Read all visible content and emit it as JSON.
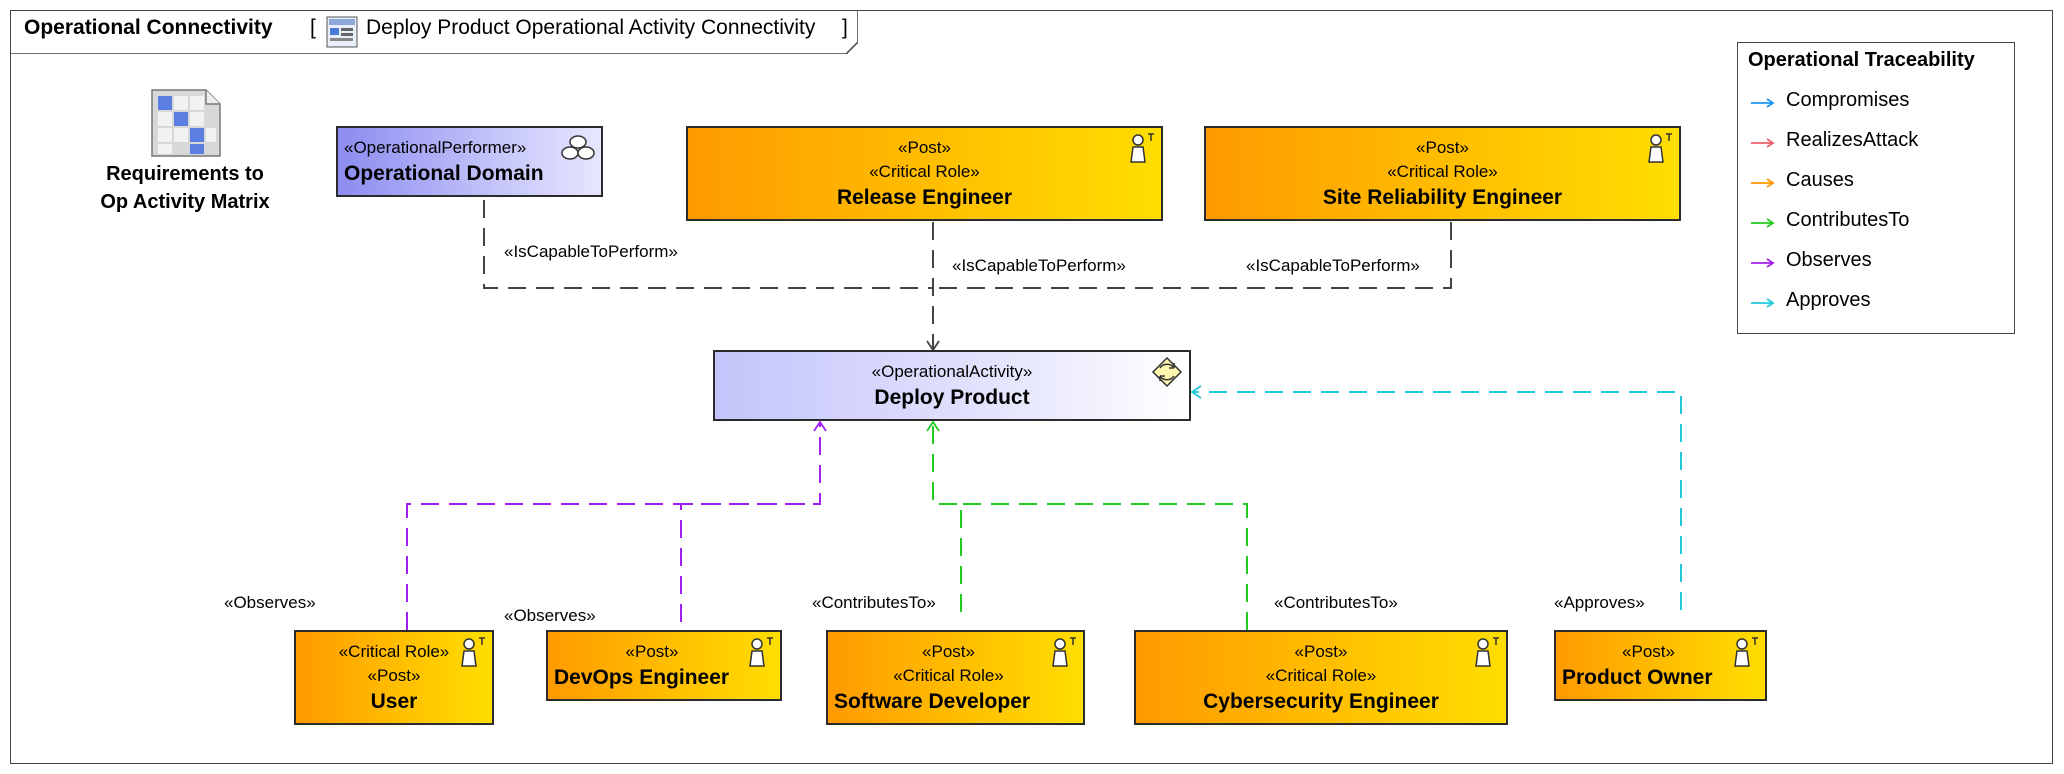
{
  "frame": {
    "diagram_type": "Operational Connectivity",
    "open_bracket": "[",
    "title": "Deploy Product Operational Activity Connectivity",
    "close_bracket": "]"
  },
  "matrix": {
    "label": "Requirements to Op Activity Matrix",
    "icon": "matrix-icon"
  },
  "nodes": {
    "operational_domain": {
      "stereotypes": [
        "«OperationalPerformer»"
      ],
      "name": "Operational Domain",
      "icon": "performer-icon"
    },
    "release_engineer": {
      "stereotypes": [
        "«Post»",
        "«Critical Role»"
      ],
      "name": "Release Engineer",
      "icon": "person-icon"
    },
    "site_reliability_engineer": {
      "stereotypes": [
        "«Post»",
        "«Critical Role»"
      ],
      "name": "Site Reliability Engineer",
      "icon": "person-icon"
    },
    "deploy_product": {
      "stereotypes": [
        "«OperationalActivity»"
      ],
      "name": "Deploy Product",
      "icon": "activity-icon"
    },
    "user": {
      "stereotypes": [
        "«Critical Role»",
        "«Post»"
      ],
      "name": "User",
      "icon": "person-icon"
    },
    "devops_engineer": {
      "stereotypes": [
        "«Post»"
      ],
      "name": "DevOps Engineer",
      "icon": "person-icon"
    },
    "software_developer": {
      "stereotypes": [
        "«Post»",
        "«Critical Role»"
      ],
      "name": "Software Developer",
      "icon": "person-icon"
    },
    "cybersecurity_engineer": {
      "stereotypes": [
        "«Post»",
        "«Critical Role»"
      ],
      "name": "Cybersecurity Engineer",
      "icon": "person-icon"
    },
    "product_owner": {
      "stereotypes": [
        "«Post»"
      ],
      "name": "Product Owner",
      "icon": "person-icon"
    }
  },
  "connectors": {
    "domain_capable": "«IsCapableToPerform»",
    "release_capable": "«IsCapableToPerform»",
    "sre_capable": "«IsCapableToPerform»",
    "user_observes": "«Observes»",
    "devops_observes": "«Observes»",
    "developer_contributes": "«ContributesTo»",
    "cyber_contributes": "«ContributesTo»",
    "owner_approves": "«Approves»"
  },
  "legend": {
    "title": "Operational Traceability",
    "items": [
      {
        "label": "Compromises",
        "color": "#2196f3"
      },
      {
        "label": "RealizesAttack",
        "color": "#f06070"
      },
      {
        "label": "Causes",
        "color": "#ff9800"
      },
      {
        "label": "ContributesTo",
        "color": "#22cc22"
      },
      {
        "label": "Observes",
        "color": "#a020f0"
      },
      {
        "label": "Approves",
        "color": "#20c8d8"
      }
    ]
  },
  "colors": {
    "capable": "#444444",
    "observes": "#a020f0",
    "contributes": "#22cc22",
    "approves": "#20c8d8"
  }
}
